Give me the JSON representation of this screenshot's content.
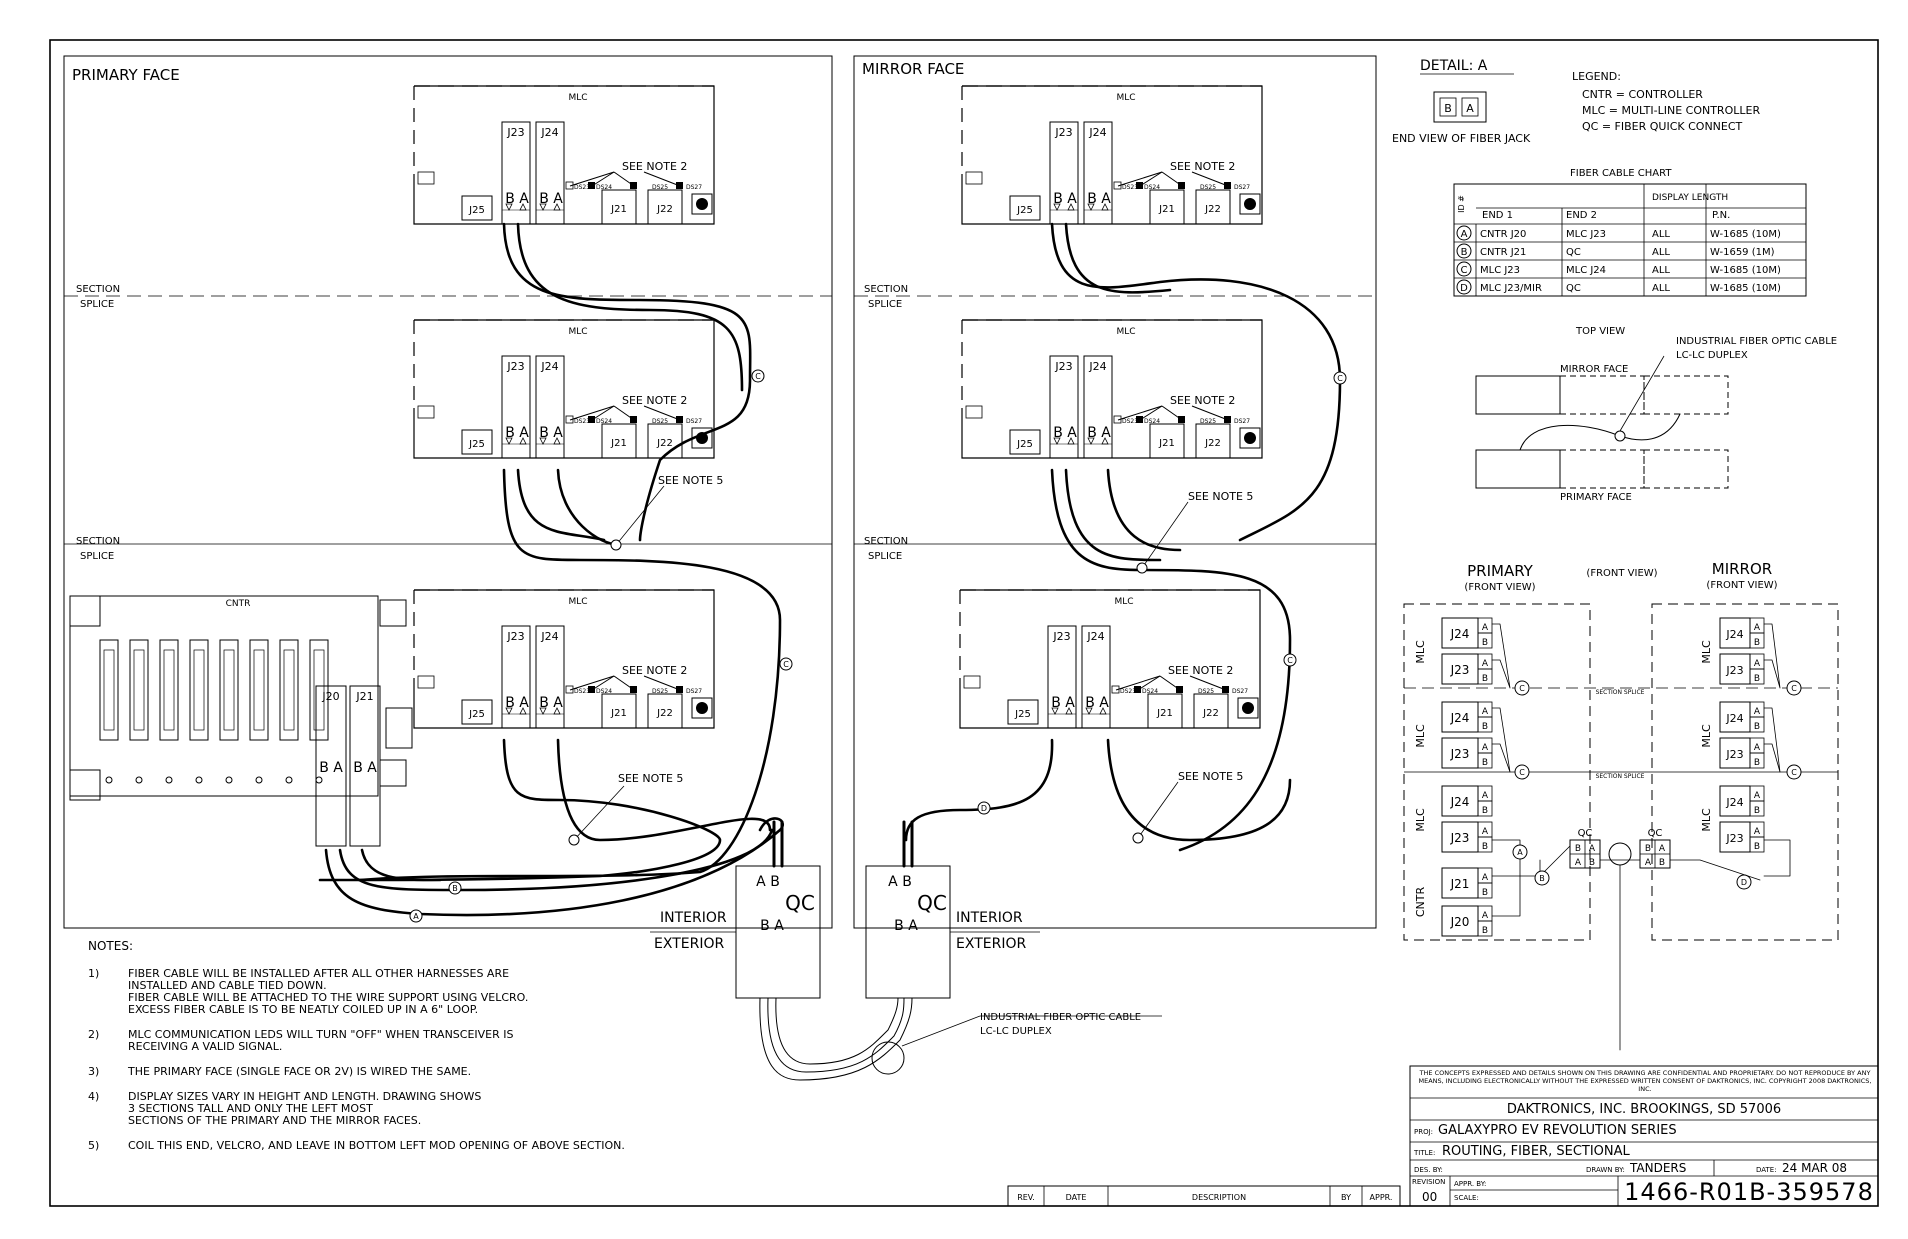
{
  "sections": {
    "primary_face": "PRIMARY FACE",
    "mirror_face": "MIRROR FACE",
    "section_label": "SECTION",
    "splice_label": "SPLICE"
  },
  "board": {
    "mlc": "MLC",
    "cntr": "CNTR",
    "j23": "J23",
    "j24": "J24",
    "j25": "J25",
    "j21": "J21",
    "j22": "J22",
    "j20": "J20",
    "ds23": "DS23",
    "ds24": "DS24",
    "ds25": "DS25",
    "ds27": "DS27",
    "see_note_2": "SEE NOTE 2",
    "see_note_5": "SEE NOTE 5",
    "b_port": "B",
    "a_port": "A",
    "cable_c": "C",
    "cable_a": "A",
    "cable_b": "B",
    "cable_d": "D"
  },
  "qc": {
    "label": "QC",
    "ab": "A B",
    "ba": "B A",
    "interior": "INTERIOR",
    "exterior": "EXTERIOR",
    "fiber_callout_1": "INDUSTRIAL FIBER OPTIC CABLE",
    "fiber_callout_2": "LC-LC DUPLEX"
  },
  "detail": {
    "title": "DETAIL: A",
    "caption": "END VIEW OF FIBER JACK"
  },
  "legend": {
    "title": "LEGEND:",
    "items": [
      "CNTR  =  CONTROLLER",
      "MLC  =  MULTI-LINE CONTROLLER",
      "QC  =  FIBER QUICK CONNECT"
    ]
  },
  "fiber_chart": {
    "title": "FIBER CABLE CHART",
    "id_header": "ID #",
    "headers": [
      "END 1",
      "END 2",
      "DISPLAY LENGTH",
      "P.N."
    ],
    "rows": [
      {
        "id": "A",
        "end1": "CNTR  J20",
        "end2": "MLC  J23",
        "length": "ALL",
        "pn": "W-1685  (10M)"
      },
      {
        "id": "B",
        "end1": "CNTR  J21",
        "end2": "QC",
        "length": "ALL",
        "pn": "W-1659  (1M)"
      },
      {
        "id": "C",
        "end1": "MLC  J23",
        "end2": "MLC  J24",
        "length": "ALL",
        "pn": "W-1685  (10M)"
      },
      {
        "id": "D",
        "end1": "MLC J23/MIR",
        "end2": "QC",
        "length": "ALL",
        "pn": "W-1685  (10M)"
      }
    ]
  },
  "top_view": {
    "title": "TOP VIEW",
    "mirror_face": "MIRROR FACE",
    "primary_face": "PRIMARY FACE",
    "callout_1": "INDUSTRIAL FIBER OPTIC CABLE",
    "callout_2": "LC-LC DUPLEX"
  },
  "schematic": {
    "primary": "PRIMARY",
    "mirror": "MIRROR",
    "front_view": "(FRONT VIEW)",
    "section_splice": "SECTION SPLICE",
    "mlc": "MLC",
    "cntr": "CNTR",
    "qc": "QC"
  },
  "notes": {
    "title": "NOTES:",
    "items": [
      {
        "num": "1)",
        "text": "FIBER CABLE WILL BE INSTALLED AFTER ALL OTHER HARNESSES ARE\nINSTALLED AND CABLE TIED DOWN.\nFIBER CABLE WILL BE ATTACHED TO THE WIRE SUPPORT USING VELCRO.\nEXCESS FIBER CABLE IS TO BE NEATLY COILED UP IN A 6\" LOOP."
      },
      {
        "num": "2)",
        "text": "MLC COMMUNICATION LEDS WILL TURN \"OFF\" WHEN TRANSCEIVER IS\nRECEIVING A VALID SIGNAL."
      },
      {
        "num": "3)",
        "text": "THE PRIMARY FACE (SINGLE FACE OR 2V) IS WIRED THE SAME."
      },
      {
        "num": "4)",
        "text": "DISPLAY SIZES VARY IN HEIGHT AND LENGTH. DRAWING SHOWS\n3 SECTIONS TALL AND ONLY THE LEFT MOST\nSECTIONS OF THE PRIMARY AND THE MIRROR FACES."
      },
      {
        "num": "5)",
        "text": "COIL THIS END, VELCRO, AND LEAVE IN BOTTOM LEFT MOD OPENING OF ABOVE SECTION."
      }
    ]
  },
  "revision_block": {
    "headers": [
      "REV.",
      "DATE",
      "DESCRIPTION",
      "BY",
      "APPR."
    ]
  },
  "title_block": {
    "disclaimer": "THE CONCEPTS EXPRESSED AND DETAILS SHOWN ON THIS DRAWING ARE CONFIDENTIAL AND PROPRIETARY. DO NOT REPRODUCE BY ANY MEANS, INCLUDING ELECTRONICALLY WITHOUT THE EXPRESSED WRITTEN CONSENT OF DAKTRONICS, INC.          COPYRIGHT 2008 DAKTRONICS, INC.",
    "company": "DAKTRONICS, INC.   BROOKINGS, SD 57006",
    "proj_label": "PROJ:",
    "project": "GALAXYPRO EV REVOLUTION SERIES",
    "title_label": "TITLE:",
    "title": "ROUTING, FIBER, SECTIONAL",
    "des_label": "DES. BY:",
    "drawn_label": "DRAWN BY:",
    "drawn_by": "TANDERS",
    "date_label": "DATE:",
    "date": "24 MAR 08",
    "revision_label": "REVISION",
    "revision": "00",
    "appr_label": "APPR. BY:",
    "scale_label": "SCALE:",
    "drawing_number": "1466-R01B-359578"
  }
}
